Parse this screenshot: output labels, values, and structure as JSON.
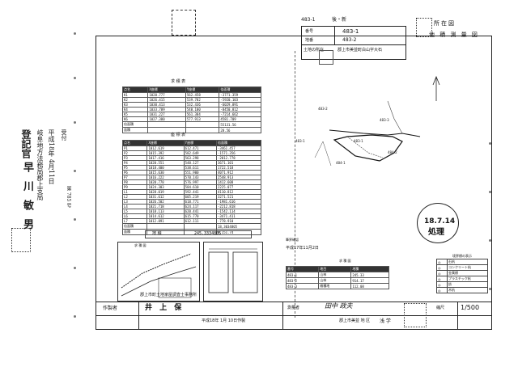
{
  "header": {
    "parcel_no": "483-1",
    "new_mark": "後・新",
    "map_title": "地 積 測 量 図",
    "right_title": "所在図",
    "row_label": "番号",
    "row_value": "483-1",
    "row_label2": "地番",
    "row_value2": "483-2",
    "location_label": "土地の所在",
    "location_value": "郡上市美並町白山字大石"
  },
  "sheet": {
    "table1_title": "求 積 表",
    "table2_title": "座 標 表",
    "date_label": "平成17年11月2日",
    "sign_label": "筆界確認",
    "ruler_label": "縮尺",
    "scale_value": "1/500",
    "office": "郡上市町土地家屋調査士事務所",
    "maker": "作製者",
    "maker_name": "井 上 保",
    "date_made": "平成18年 1月 10日作製",
    "surveyor": "測量者",
    "surveyor_name": "田中 政夫",
    "office2": "郡上市美並 地 区",
    "office2b": "浅 学",
    "small_area_title": "求 積 図",
    "stamp_date": "18.7.14",
    "stamp_text": "処理"
  },
  "map_labels": [
    "483-2",
    "483-3",
    "483-1",
    "483-1",
    "484-1",
    "484-2"
  ],
  "legend": {
    "title": "境界標の表示",
    "rows": [
      "石杭",
      "コンクリート杭",
      "金属標",
      "プラスチック杭",
      "鋲",
      "木杭"
    ]
  },
  "side_text": {
    "reg_date": "平成18年 4月11日",
    "reg_office": "岐阜地方法務局郡上支局",
    "officer_title": "登記官",
    "officer_name": "早 川 敏 男",
    "received": "受付",
    "received_no": "第 785 号"
  },
  "table1": {
    "headers": [
      "点名",
      "X座標",
      "Y座標",
      "倍面積"
    ],
    "rows": [
      [
        "K1",
        "1020.777",
        "562.458",
        "-3771.359"
      ],
      [
        "K2",
        "1026.415",
        "539.782",
        "-5920.103"
      ],
      [
        "K3",
        "1030.413",
        "532.436",
        "-6029.891"
      ],
      [
        "K4",
        "1033.789",
        "540.100",
        "-8450.812"
      ],
      [
        "K5",
        "1031.227",
        "561.384",
        "-7214.662"
      ],
      [
        "K6",
        "1027.380",
        "577.913",
        "4581.709"
      ]
    ],
    "total_label": "倍面積",
    "total": "55131.56",
    "area_label": "面積",
    "area": "28.56"
  },
  "table2": {
    "headers": [
      "点名",
      "X座標",
      "Y座標",
      "倍面積"
    ],
    "rows": [
      [
        "P1",
        "1012.619",
        "612.471",
        "-3461.457"
      ],
      [
        "P2",
        "1015.392",
        "582.649",
        "-1571.356"
      ],
      [
        "P3",
        "1017.416",
        "563.298",
        "-2012.778"
      ],
      [
        "P4",
        "1020.551",
        "548.127",
        "3671.101"
      ],
      [
        "P5",
        "1018.400",
        "538.611",
        "1722.518"
      ],
      [
        "P6",
        "1015.630",
        "551.900",
        "4071.912"
      ],
      [
        "P7",
        "1016.222",
        "570.143",
        "2548.913"
      ],
      [
        "P8",
        "1020.778",
        "576.997",
        "1412.608"
      ],
      [
        "P9",
        "1024.303",
        "584.610",
        "2225.077"
      ],
      [
        "L1",
        "1028.019",
        "592.441",
        "4110.812"
      ],
      [
        "L2",
        "1031.612",
        "605.219",
        "3271.521"
      ],
      [
        "L3",
        "1026.502",
        "618.771",
        "-1981.616"
      ],
      [
        "L4",
        "1021.718",
        "624.117",
        "-2212.818"
      ],
      [
        "L5",
        "1018.113",
        "620.441",
        "-1542.114"
      ],
      [
        "L6",
        "1014.612",
        "615.770",
        "-3471.411"
      ],
      [
        "L7",
        "1012.891",
        "612.111",
        "-778.910"
      ]
    ],
    "total_label": "倍面積",
    "total": "18,3034805",
    "area_label": "面積",
    "area": "9,151.74"
  },
  "summary": {
    "label": "地 積",
    "value": "245.3334805"
  },
  "lower_table": {
    "headers": [
      "番号",
      "地目",
      "地積"
    ],
    "rows": [
      [
        "483-1",
        "山林",
        "245.33"
      ],
      [
        "483-2",
        "山林",
        "914.17"
      ],
      [
        "483-3",
        "雑種地",
        "112.08"
      ]
    ]
  }
}
